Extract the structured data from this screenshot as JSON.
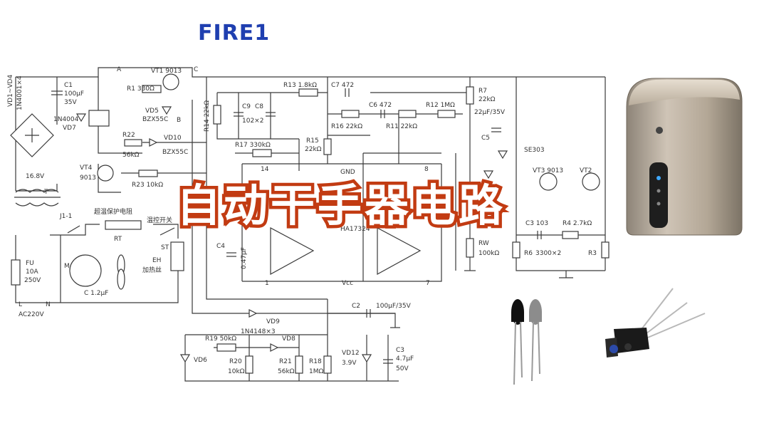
{
  "logo": "FIRE1",
  "banner": "自动干手器电路",
  "labels": {
    "node_a": "A",
    "node_c": "C",
    "node_b": "B",
    "vt1": "VT1 9013",
    "r1": "R1 330Ω",
    "vd5": "VD5",
    "vd5v": "BZX55C",
    "c1": "C1",
    "c1v": "100μF",
    "c1u": "35V",
    "bridge": "VD1~VD4",
    "bridge2": "1N4001×4",
    "d16v": "16.8V",
    "in4004": "1N4004",
    "vd7": "VD7",
    "r22": "R22",
    "r22v": "56kΩ",
    "vd10": "VD10",
    "vd10v": "BZX55C",
    "vt4": "VT4",
    "vt4v": "9013",
    "r23": "R23 10kΩ",
    "r14": "R14 22kΩ",
    "c9": "C9",
    "c8": "C8",
    "c9v": "102×2",
    "r13": "R13 1.8kΩ",
    "c7": "C7 472",
    "r17": "R17 330kΩ",
    "r15": "R15",
    "r15v": "22kΩ",
    "r16": "R16 22kΩ",
    "c6": "C6 472",
    "r11": "R11 22kΩ",
    "r12": "R12 1MΩ",
    "gnd": "GND",
    "r7": "R7",
    "r7v": "22kΩ",
    "c5v": "22μF/35V",
    "c5": "C5",
    "se303": "SE303",
    "vt3": "VT3 9013",
    "vt2": "VT2",
    "c3b": "C3 103",
    "r4": "R4 2.7kΩ",
    "r6": "R6",
    "r6v": "3300×2",
    "r3": "R3",
    "rw": "RW",
    "rwv": "100kΩ",
    "t": "T",
    "j11": "J1-1",
    "over": "超温保护电阻",
    "rt": "RT",
    "thermo": "温控开关",
    "st": "ST",
    "eh": "EH",
    "heat": "加热丝",
    "m": "M",
    "cm": "C 1.2μF",
    "fu": "FU",
    "fu10": "10A",
    "fu250": "250V",
    "l": "L",
    "n": "N",
    "ac": "AC220V",
    "ic": "HA17324",
    "pin14": "14",
    "pin8": "8",
    "pin1": "1",
    "pin7": "7",
    "vcc": "Vcc",
    "c4": "C4",
    "c4v": "0.47μF",
    "c2": "C2",
    "c2v": "100μF/35V",
    "vd9": "VD9",
    "vd8": "VD8",
    "diodes": "1N4148×3",
    "r19": "R19 50kΩ",
    "vd6": "VD6",
    "r20": "R20",
    "r20v": "10kΩ",
    "r21": "R21",
    "r21v": "56kΩ",
    "r18": "R18",
    "r18v": "1MΩ",
    "vd12": "VD12",
    "vd12v": "3.9V",
    "c3": "C3",
    "c3v": "4.7μF",
    "c3u": "50V"
  }
}
